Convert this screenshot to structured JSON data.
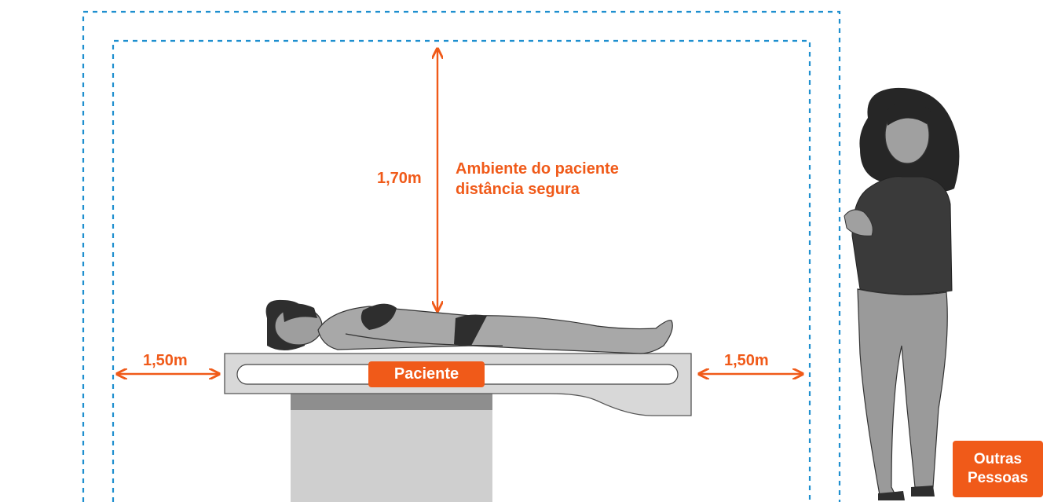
{
  "measure": {
    "height": "1,70m",
    "left_distance": "1,50m",
    "right_distance": "1,50m"
  },
  "zone_label": {
    "line1": "Ambiente do paciente",
    "line2": "distância segura"
  },
  "patient_badge": "Paciente",
  "others_badge": {
    "line1": "Outras",
    "line2": "Pessoas"
  },
  "colors": {
    "accent": "#f05a19",
    "zone_border": "#1e8fcf",
    "bed": "#d8d8d8",
    "figure_grey": "#9a9a9a",
    "dark": "#2e2e2e"
  },
  "icons": [
    "patient-figure",
    "standing-woman-figure",
    "bed"
  ]
}
